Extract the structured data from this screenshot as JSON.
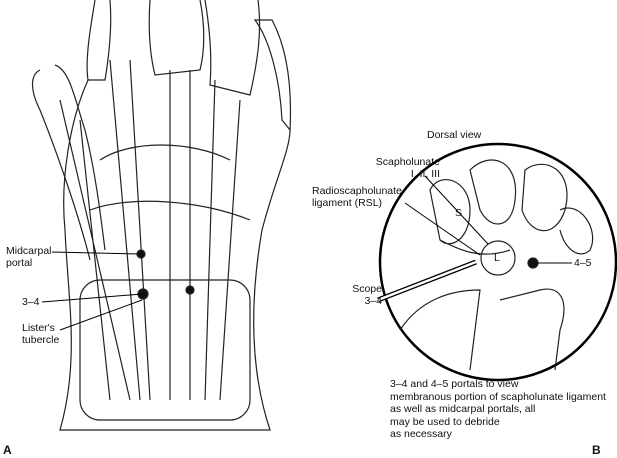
{
  "panel_a": {
    "letter": "A",
    "labels": {
      "midcarpal_line1": "Midcarpal",
      "midcarpal_line2": "portal",
      "portal_34": "3–4",
      "listers_line1": "Lister's",
      "listers_line2": "tubercle"
    }
  },
  "panel_b": {
    "letter": "B",
    "title": "Dorsal view",
    "labels": {
      "scapholunate_line1": "Scapholunate",
      "scapholunate_line2": "I, II, III",
      "rsl_line1": "Radioscapholunate",
      "rsl_line2": "ligament (RSL)",
      "scope_line1": "Scope",
      "scope_line2": "3–4",
      "portal_45": "4–5",
      "bone_s": "S",
      "bone_l": "L"
    },
    "caption": [
      "3–4 and 4–5 portals to view",
      "membranous portion of scapholunate ligament",
      "as well as midcarpal portals, all",
      "may be used to debride",
      "as necessary"
    ]
  }
}
